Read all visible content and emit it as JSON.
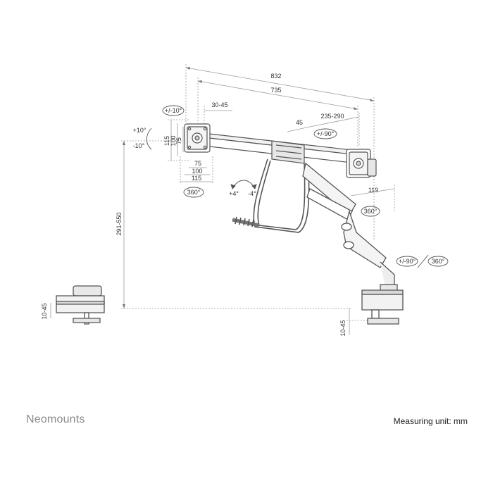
{
  "brand": "Neomounts",
  "measuring_unit": "Measuring unit: mm",
  "colors": {
    "line": "#555555",
    "dim_line": "#9a9a9a",
    "text": "#333333",
    "brand": "#8a8a8a"
  },
  "dimensions": {
    "overall_width": "832",
    "vesa_span": "735",
    "offset_30_45": "30-45",
    "offset_45": "45",
    "range_235_290": "235-290",
    "height_115": "115",
    "height_100": "100",
    "height_75": "75",
    "width_75": "75",
    "width_100": "100",
    "width_115": "115",
    "arm_119": "119",
    "pole_height": "291-550",
    "clamp_left": "10-45",
    "clamp_right": "10-45"
  },
  "rotations": {
    "tilt_left": "+/-10°",
    "tilt_up": "+10°",
    "tilt_down": "-10°",
    "swivel_left": "360°",
    "swivel_right": "+/-90°",
    "arm_rotate": "360°",
    "level_plus": "+4°",
    "level_minus": "-4°",
    "base_swivel": "+/-90°",
    "base_rotate": "360°"
  }
}
